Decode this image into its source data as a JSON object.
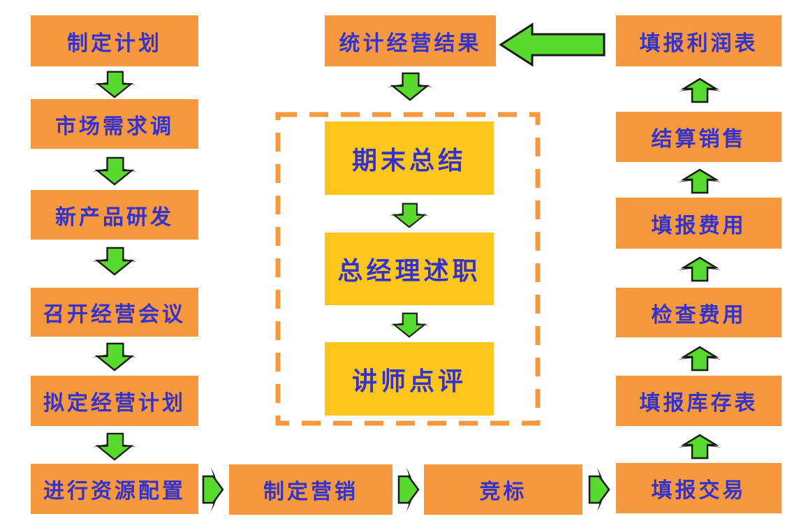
{
  "palette": {
    "box_orange": "#F8983E",
    "box_yellow": "#FFC61E",
    "text_blue": "#3333CC",
    "arrow_green": "#58D92E",
    "arrow_outline": "#1A1A1A",
    "dashed_border_orange": "#F8983E",
    "background": "#FFFFFF"
  },
  "left_column": {
    "items": [
      {
        "label": "制定计划"
      },
      {
        "label": "市场需求调"
      },
      {
        "label": "新产品研发"
      },
      {
        "label": "召开经营会议"
      },
      {
        "label": "拟定经营计划"
      },
      {
        "label": "进行资源配置"
      }
    ]
  },
  "top_center": {
    "label": "统计经营结果"
  },
  "center_panel": {
    "items": [
      {
        "label": "期末总结"
      },
      {
        "label": "总经理述职"
      },
      {
        "label": "讲师点评"
      }
    ]
  },
  "right_column": {
    "items_top_to_bottom": [
      {
        "label": "填报利润表"
      },
      {
        "label": "结算销售"
      },
      {
        "label": "填报费用"
      },
      {
        "label": "检查费用"
      },
      {
        "label": "填报库存表"
      },
      {
        "label": "填报交易"
      }
    ]
  },
  "bottom_row": {
    "items": [
      {
        "label": "制定营销"
      },
      {
        "label": "竞标"
      }
    ]
  }
}
